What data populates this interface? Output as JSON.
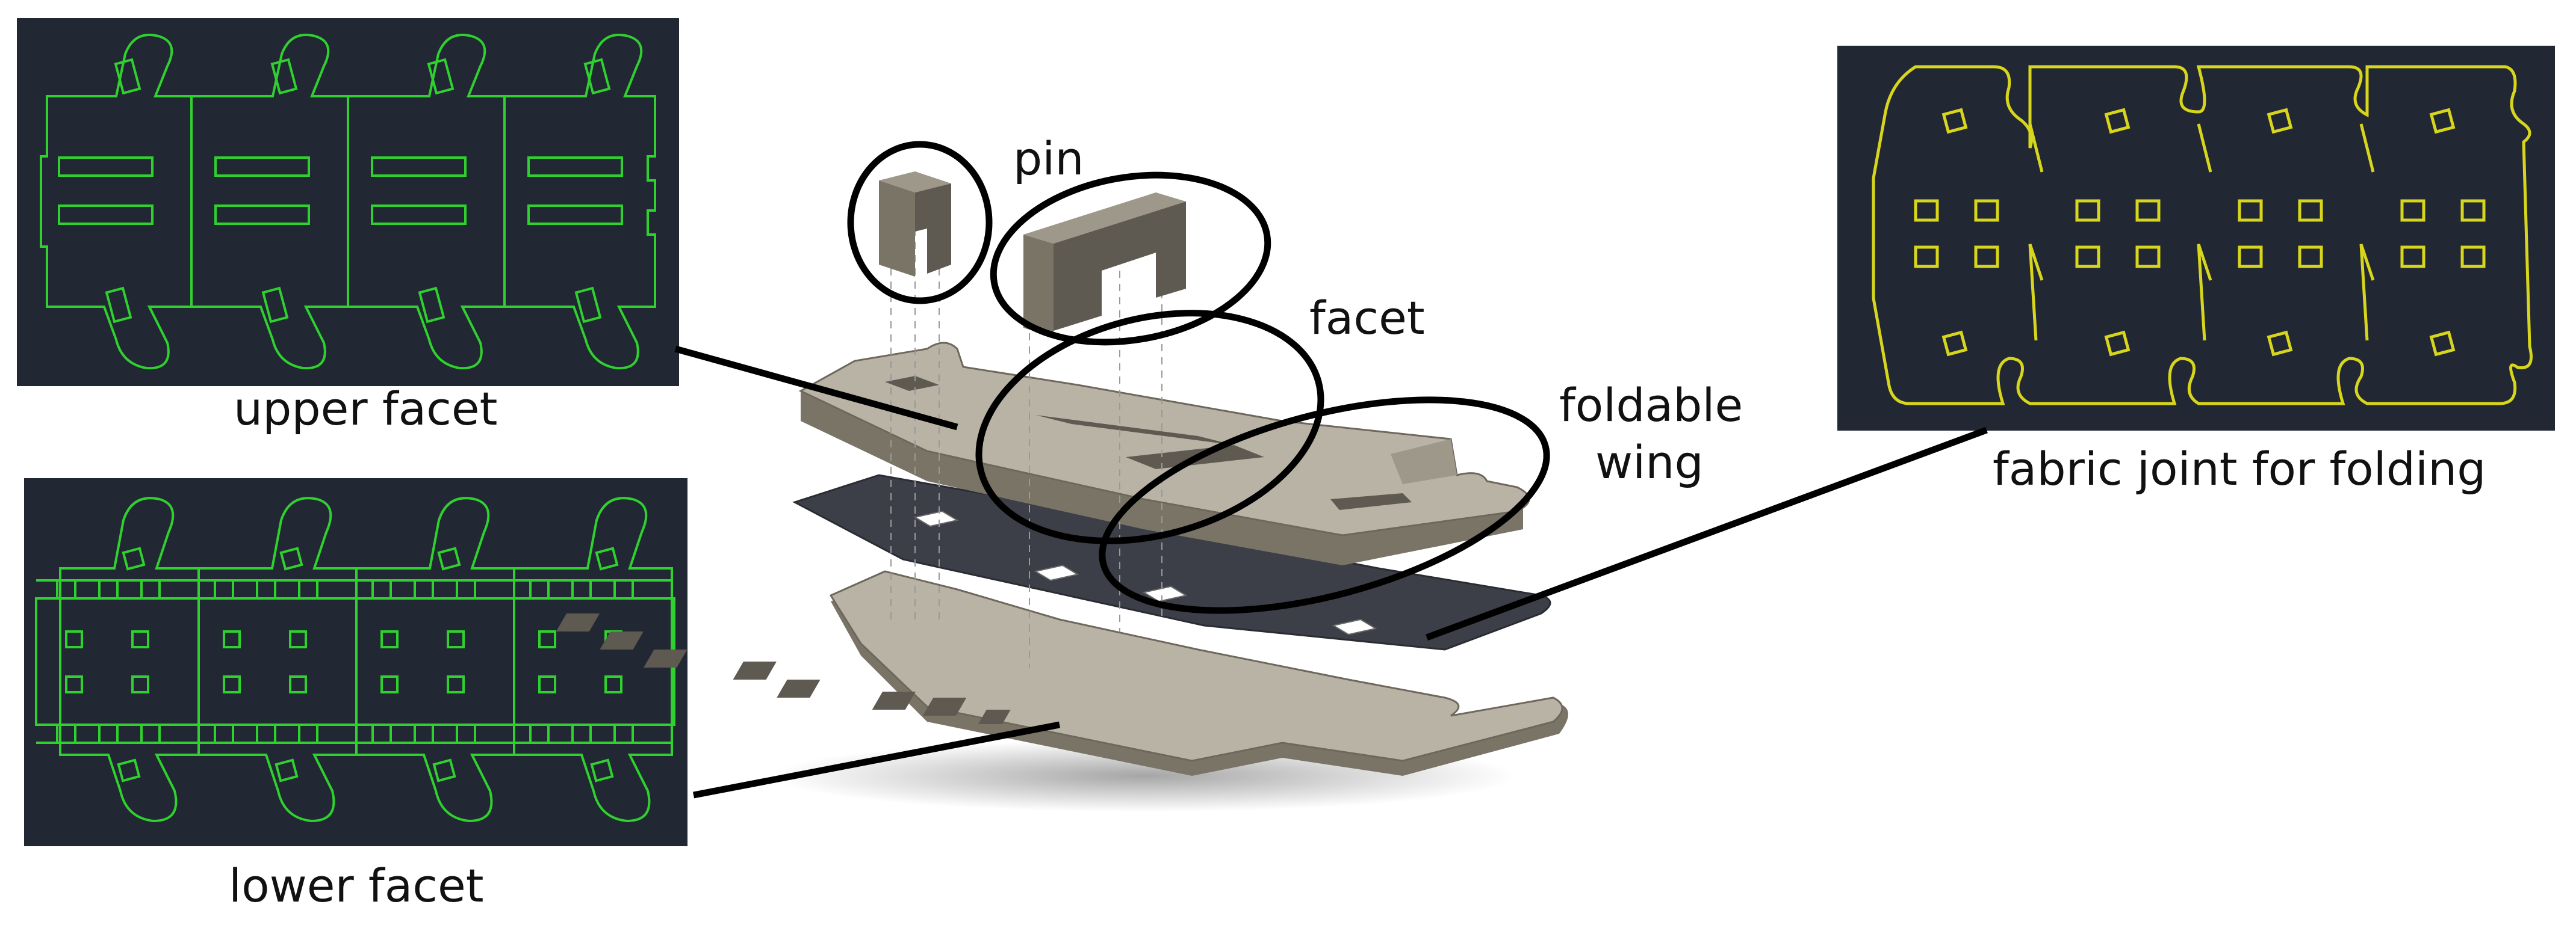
{
  "captions": {
    "upper_facet": "upper facet",
    "lower_facet": "lower facet",
    "fabric_joint": "fabric joint for folding"
  },
  "labels": {
    "pin": "pin",
    "facet": "facet",
    "foldable_wing_line1": "foldable",
    "foldable_wing_line2": "wing"
  },
  "colors": {
    "panel_bg": "#222833",
    "upper_outline": "#2fd12f",
    "lower_outline": "#2fd12f",
    "fabric_outline": "#d8d61c",
    "facet_top": "#b9b3a6",
    "facet_side": "#7a7467",
    "fabric_sheet": "#3c3f48",
    "callout": "#000000"
  }
}
